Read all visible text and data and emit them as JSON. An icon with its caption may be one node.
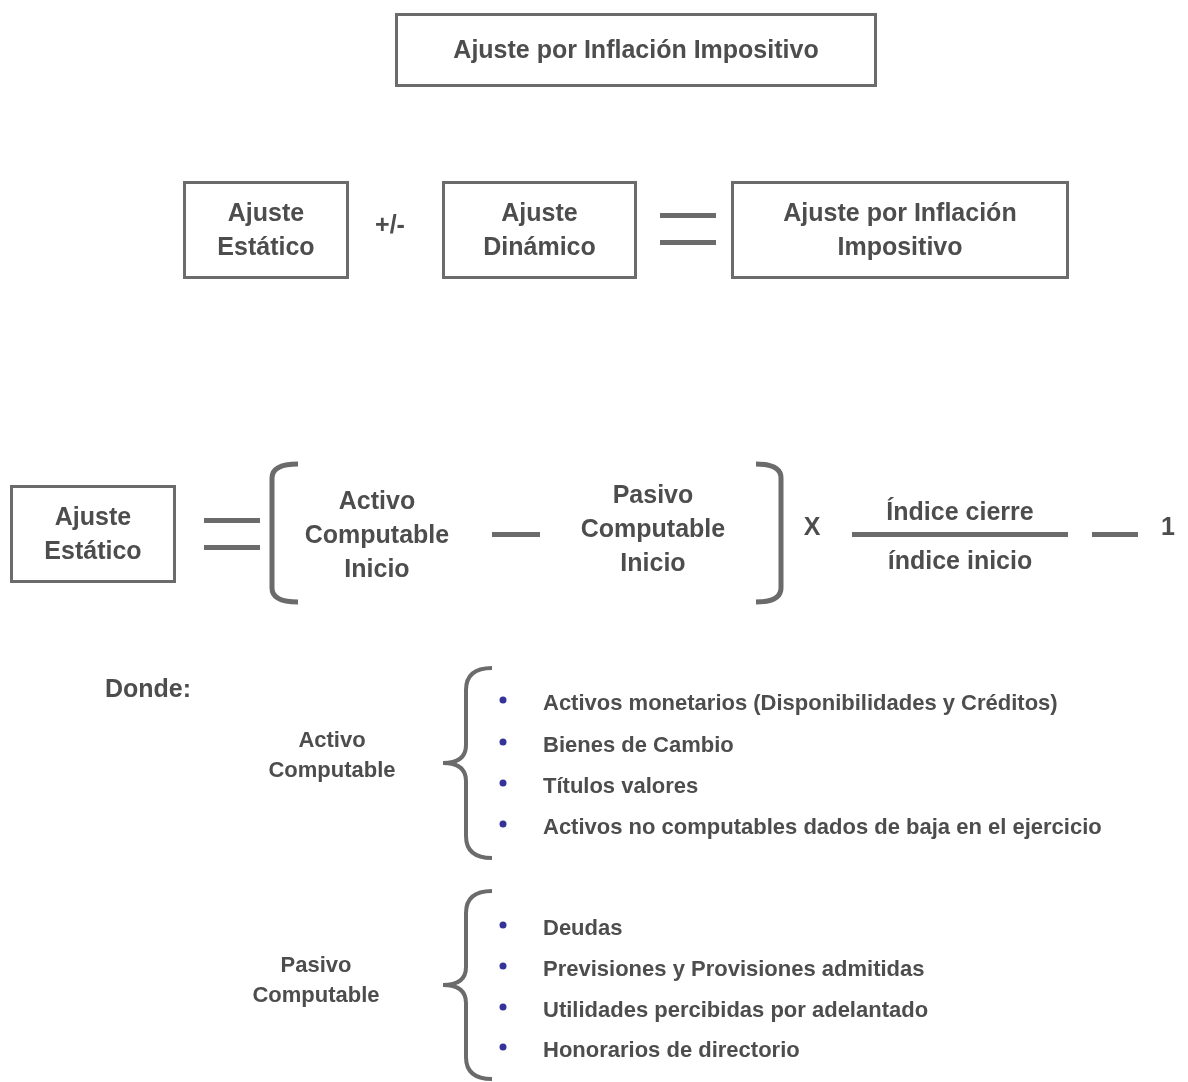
{
  "diagram": {
    "nodes": [
      {
        "text": [
          "Ajuste por Inflación Impositivo"
        ]
      },
      {
        "text": [
          "Ajuste Estático"
        ]
      },
      {
        "text": [
          "Ajuste Dinámico"
        ]
      },
      {
        "text": [
          "Ajuste por Inflación Impositivo"
        ]
      },
      {
        "text": [
          "Ajuste Estático"
        ]
      }
    ],
    "labels": [
      "+/-",
      "Activo Computable Inicio",
      "Pasivo Computable Inicio",
      "X",
      "Índice cierre",
      "índice inicio",
      "1",
      "Donde:",
      "Activo Computable",
      "Activos monetarios (Disponibilidades y Créditos)",
      "Bienes de Cambio",
      "Títulos valores",
      "Activos no computables dados de baja en el ejercicio",
      "Pasivo Computable",
      "Deudas",
      "Previsiones y Provisiones admitidas",
      "Utilidades percibidas por adelantado",
      "Honorarios de directorio"
    ]
  }
}
